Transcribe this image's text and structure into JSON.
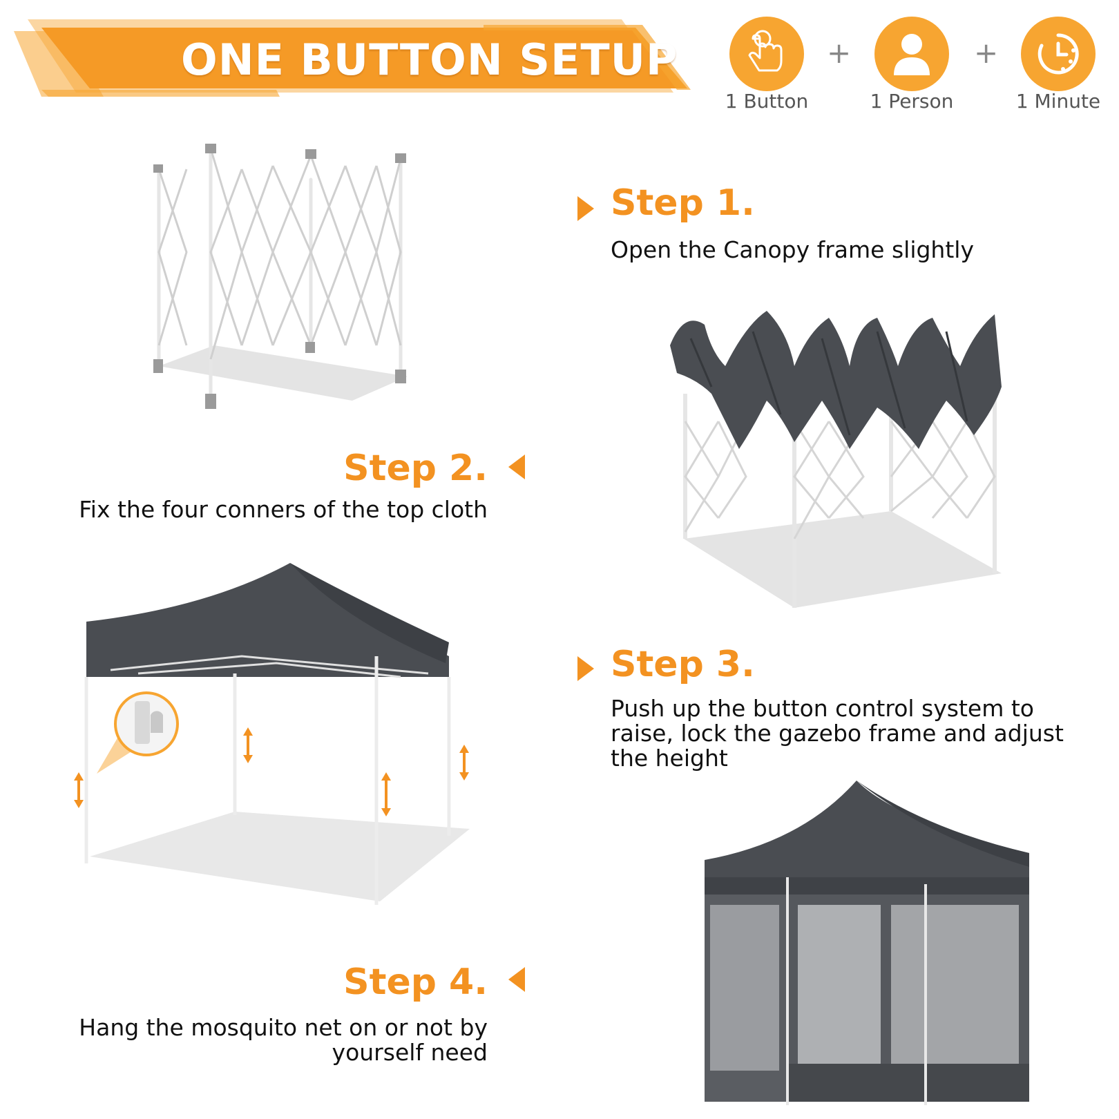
{
  "header": {
    "title": "ONE BUTTON SETUP",
    "accent_color": "#f7a531"
  },
  "features": [
    {
      "icon": "finger-press-icon",
      "label": "1 Button"
    },
    {
      "icon": "person-icon",
      "label": "1 Person"
    },
    {
      "icon": "timer-icon",
      "label": "1 Minute"
    }
  ],
  "separators": [
    "+",
    "+"
  ],
  "steps": [
    {
      "title": "Step 1.",
      "description": "Open the Canopy frame slightly"
    },
    {
      "title": "Step 2.",
      "description": "Fix the four conners of the top cloth"
    },
    {
      "title": "Step 3.",
      "description": "Push up the button control system to raise, lock the gazebo frame and adjust the height"
    },
    {
      "title": "Step 4.",
      "description": "Hang the mosquito net on or not by yourself need"
    }
  ],
  "colors": {
    "step_title": "#f39221",
    "canopy_gray": "#4a4d52",
    "frame_white": "#f2f2f2"
  }
}
